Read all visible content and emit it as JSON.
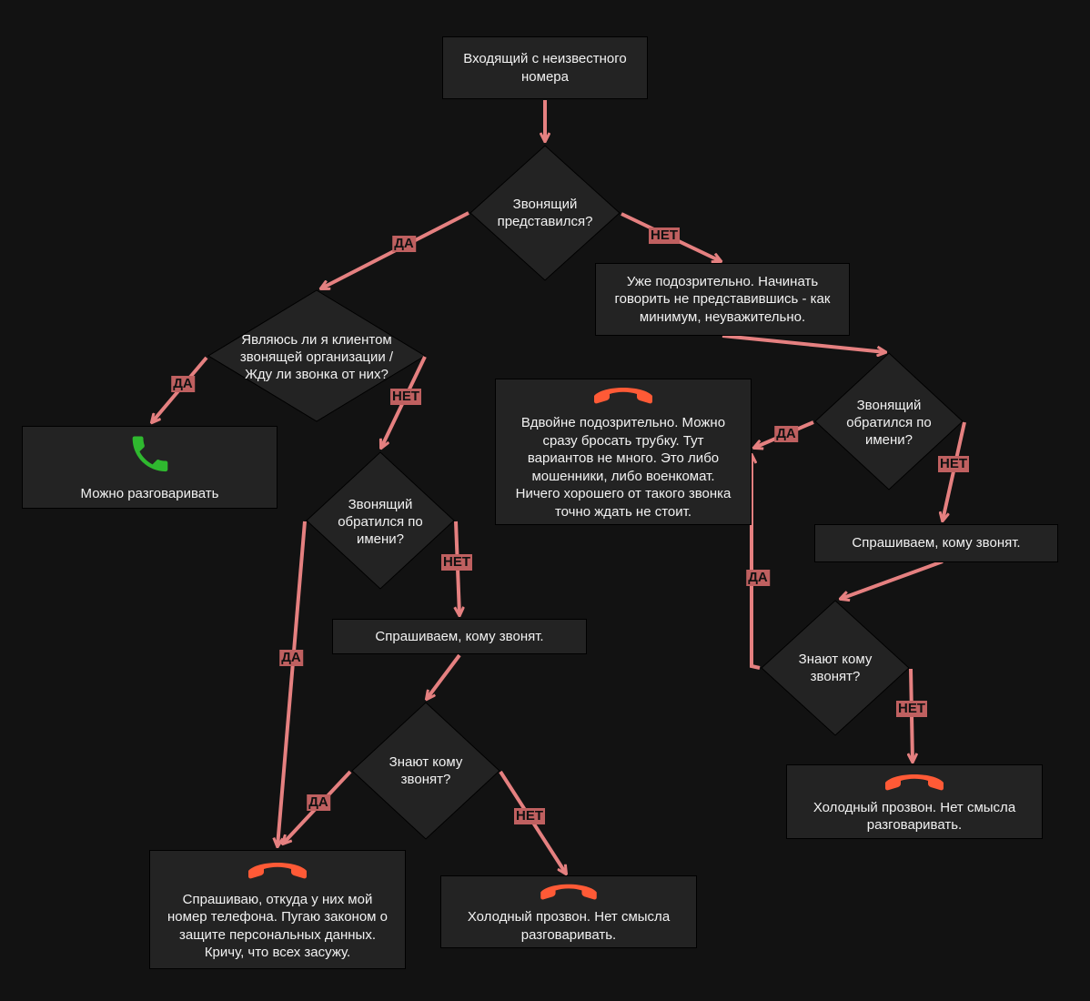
{
  "colors": {
    "background": "#121212",
    "node_fill": "#232323",
    "arrow": "#e58080",
    "label_bg": "#bf6060",
    "hangup_icon": "#ff5a36",
    "accept_icon": "#2fb82f"
  },
  "labels": {
    "yes": "ДА",
    "no": "НЕТ"
  },
  "nodes": {
    "start": "Входящий с неизвестного\nномера",
    "q_introduced": "Звонящий\nпредставился?",
    "q_client": "Являюсь ли я клиентом\nзвонящей организации /\nЖду ли звонка от них?",
    "can_talk": "Можно разговаривать",
    "q_name_left": "Звонящий\nобратился по\nимени?",
    "ask_who_left": "Спрашиваем, кому звонят.",
    "q_know_left": "Знают кому\nзвонят?",
    "ask_source": "Спрашиваю, откуда у них мой\nномер телефона. Пугаю законом о\nзащите персональных данных.\nКричу, что всех засужу.",
    "cold_left": "Холодный прозвон. Нет смысла\nразговаривать.",
    "suspicious": "Уже подозрительно. Начинать\nговорить не представившись - как\nминимум, неуважительно.",
    "q_name_right": "Звонящий\nобратился по\nимени?",
    "double_suspicious": "Вдвойне подозрительно. Можно\nсразу бросать трубку. Тут\nвариантов не много. Это либо\nмошенники, либо военкомат.\nНичего хорошего от такого звонка\nточно ждать не стоит.",
    "ask_who_right": "Спрашиваем, кому звонят.",
    "q_know_right": "Знают кому\nзвонят?",
    "cold_right": "Холодный прозвон. Нет смысла\nразговаривать."
  },
  "icons": {
    "can_talk": "phone-accept-icon",
    "ask_source": "phone-hangup-icon",
    "cold_left": "phone-hangup-icon",
    "double_suspicious": "phone-hangup-icon",
    "cold_right": "phone-hangup-icon"
  }
}
